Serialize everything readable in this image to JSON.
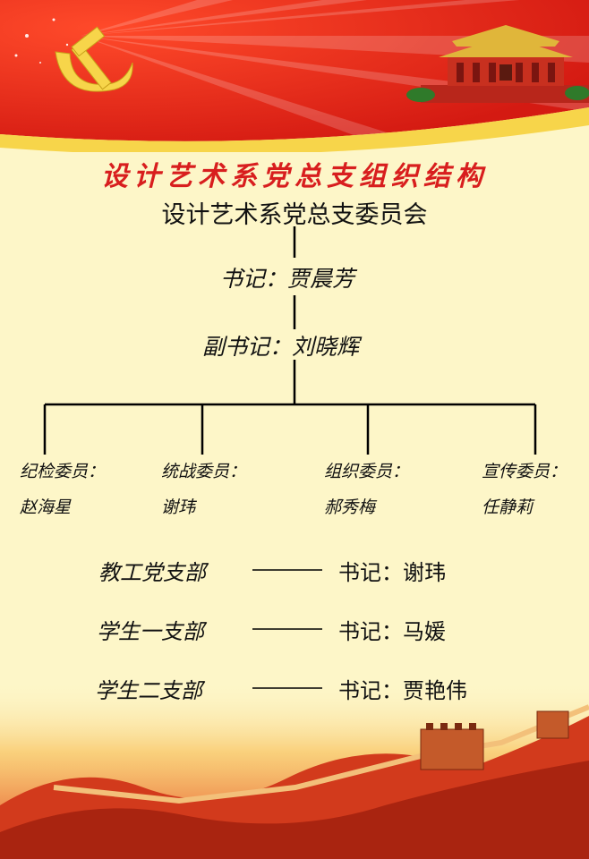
{
  "title": "设计艺术系党总支组织结构",
  "committee": "设计艺术系党总支委员会",
  "secretary": "书记：贾晨芳",
  "deputy_secretary": "副书记：刘晓辉",
  "members": [
    {
      "role": "纪检委员：",
      "name": "赵海星"
    },
    {
      "role": "统战委员：",
      "name": "谢玮"
    },
    {
      "role": "组织委员：",
      "name": "郝秀梅"
    },
    {
      "role": "宣传委员：",
      "name": "任静莉"
    }
  ],
  "branches": [
    {
      "name": "教工党支部",
      "secretary": "书记：谢玮"
    },
    {
      "name": "学生一支部",
      "secretary": "书记：马媛"
    },
    {
      "name": "学生二支部",
      "secretary": "书记：贾艳伟"
    }
  ],
  "colors": {
    "banner_red": "#e5251c",
    "title_red": "#d81e1e",
    "gold": "#f7d54a",
    "background": "#fdf6c8"
  },
  "icons": [
    "hammer-sickle-icon",
    "tiananmen-gate-icon",
    "great-wall-icon"
  ]
}
